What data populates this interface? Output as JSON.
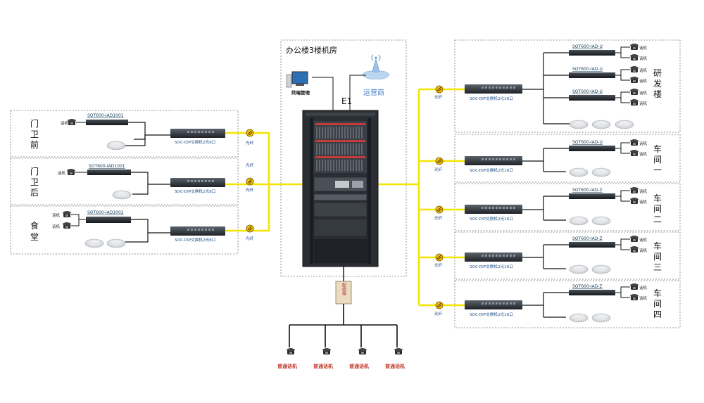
{
  "room": {
    "title": "办公楼3楼机房"
  },
  "top": {
    "terminal": "终端管理",
    "operator": "运营商",
    "e1": "E1"
  },
  "fiber_label": "光纤",
  "phone_label": "话机",
  "left_areas": [
    {
      "name": [
        "门",
        "卫",
        "前"
      ],
      "device": "SOT600-IAD1001",
      "switch": "SOC-DIP交换机2光8口"
    },
    {
      "name": [
        "门",
        "卫",
        "后"
      ],
      "device": "SOT600-IAD1001",
      "switch": "SOC-DIP交换机2光8口"
    },
    {
      "name": [
        "食",
        "堂"
      ],
      "device": "SOT600-IAD1002",
      "switch": "SOC-DIP交换机2光8口"
    }
  ],
  "right_areas": [
    {
      "name": [
        "研",
        "发",
        "楼"
      ],
      "devices": [
        "SOT600-IAD-U",
        "SOT600-IAD-U",
        "SOT600-IAD-U"
      ],
      "switch": "SOC-DIP交换机2光16口"
    },
    {
      "name": [
        "车",
        "间",
        "一"
      ],
      "devices": [
        "SOT600-IAD-U"
      ],
      "switch": "SOC-DIP交换机2光16口"
    },
    {
      "name": [
        "车",
        "间",
        "二"
      ],
      "devices": [
        "SOT600-IAD-Z"
      ],
      "switch": "SOC-DIP交换机2光16口"
    },
    {
      "name": [
        "车",
        "间",
        "三"
      ],
      "devices": [
        "SOT600-IAD-Z"
      ],
      "switch": "SOC-DIP交换机2光16口"
    },
    {
      "name": [
        "车",
        "间",
        "四"
      ],
      "devices": [
        "SOT600-IAD-Z"
      ],
      "switch": "SOC-DIP交换机2光16口"
    }
  ],
  "distribution": {
    "label": "配线箱"
  },
  "ordinary_phones": [
    "普通话机",
    "普通话机",
    "普通话机",
    "普通话机"
  ],
  "colors": {
    "fiber": "#f4e400",
    "rack": "#2b2f35",
    "dashed": "#777777"
  }
}
